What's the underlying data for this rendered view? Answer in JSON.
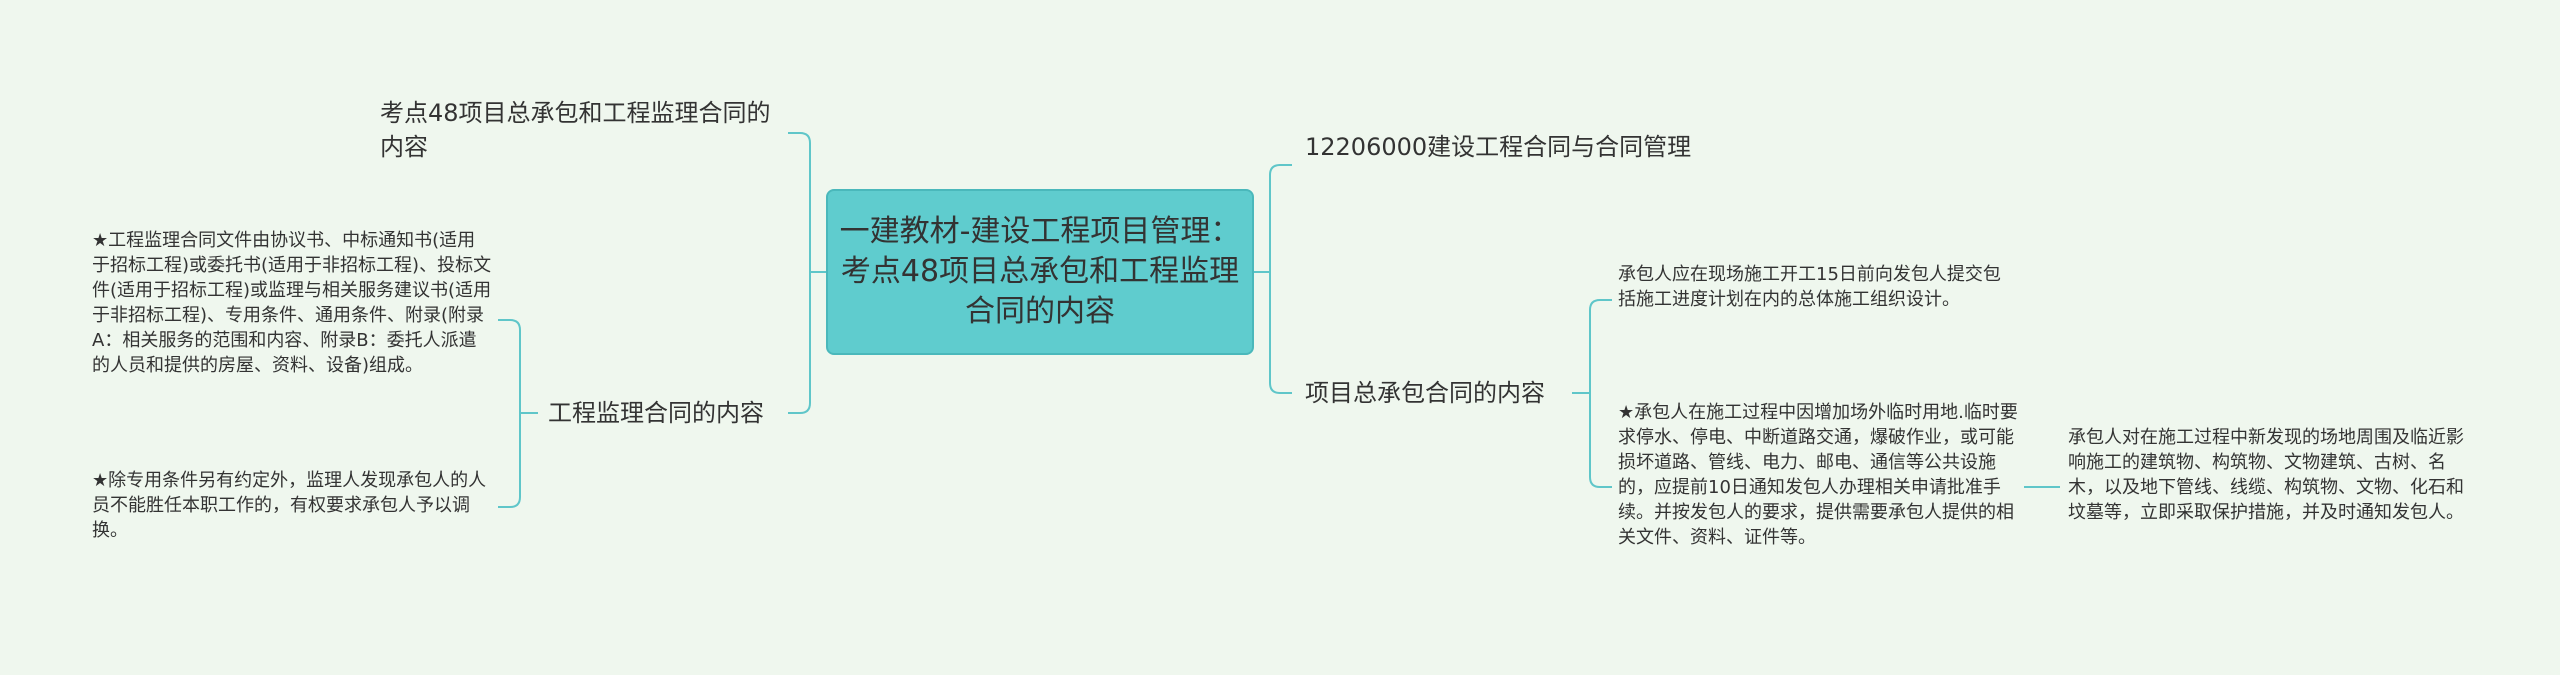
{
  "root": {
    "title": "一建教材-建设工程项目管理：考点48项目总承包和工程监理合同的内容"
  },
  "left": {
    "branch_top": "考点48项目总承包和工程监理合同的内容",
    "branch_supervision": "工程监理合同的内容",
    "supervision_items": [
      "★工程监理合同文件由协议书、中标通知书(适用于招标工程)或委托书(适用于非招标工程)、投标文件(适用于招标工程)或监理与相关服务建议书(适用于非招标工程)、专用条件、通用条件、附录(附录A：相关服务的范围和内容、附录B：委托人派遣的人员和提供的房屋、资料、设备)组成。",
      "★除专用条件另有约定外，监理人发现承包人的人员不能胜任本职工作的，有权要求承包人予以调换。"
    ]
  },
  "right": {
    "branch_code": "12206000建设工程合同与合同管理",
    "branch_contract": "项目总承包合同的内容",
    "contract_items": [
      "承包人应在现场施工开工15日前向发包人提交包括施工进度计划在内的总体施工组织设计。",
      "★承包人在施工过程中因增加场外临时用地.临时要求停水、停电、中断道路交通，爆破作业，或可能损坏道路、管线、电力、邮电、通信等公共设施的，应提前10日通知发包人办理相关申请批准手续。并按发包人的要求，提供需要承包人提供的相关文件、资料、证件等。"
    ],
    "protection_item": "承包人对在施工过程中新发现的场地周围及临近影响施工的建筑物、构筑物、文物建筑、古树、名木，以及地下管线、线缆、构筑物、文物、化石和坟墓等，立即采取保护措施，并及时通知发包人。"
  },
  "colors": {
    "background": "#eff7ee",
    "root_fill": "#5fccce",
    "connector": "#5fc6c9"
  }
}
